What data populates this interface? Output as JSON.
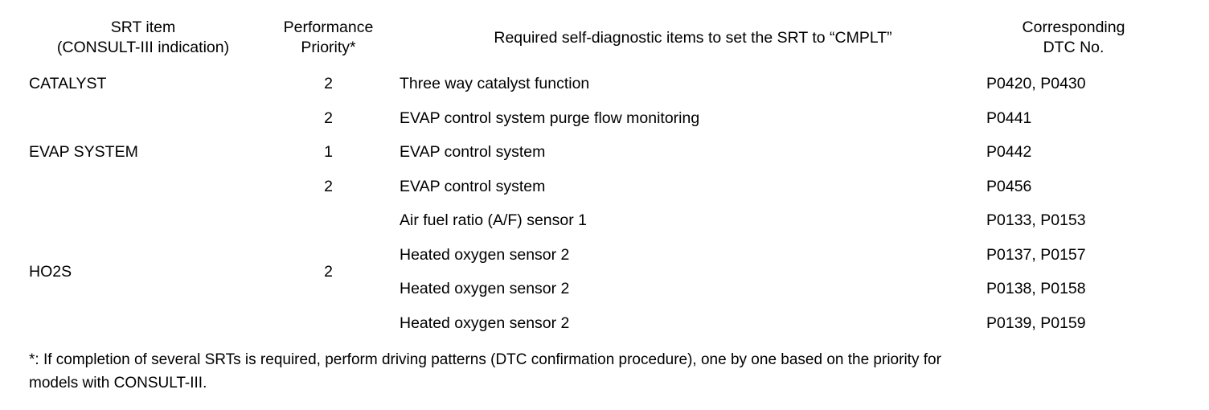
{
  "table": {
    "headers": {
      "col1_line1": "SRT item",
      "col1_line2": "(CONSULT-III indication)",
      "col2_line1": "Performance",
      "col2_line2": "Priority*",
      "col3": "Required self-diagnostic items to set the SRT to “CMPLT”",
      "col4_line1": "Corresponding",
      "col4_line2": "DTC No."
    },
    "groups": [
      {
        "srt_item": "CATALYST",
        "priority_spanned": false,
        "rows": [
          {
            "priority": "2",
            "requirement": "Three way catalyst function",
            "dtc": "P0420, P0430"
          }
        ]
      },
      {
        "srt_item": "EVAP SYSTEM",
        "priority_spanned": false,
        "rows": [
          {
            "priority": "2",
            "requirement": "EVAP control system purge flow monitoring",
            "dtc": "P0441"
          },
          {
            "priority": "1",
            "requirement": "EVAP control system",
            "dtc": "P0442"
          },
          {
            "priority": "2",
            "requirement": "EVAP control system",
            "dtc": "P0456"
          }
        ]
      },
      {
        "srt_item": "HO2S",
        "priority_spanned": true,
        "priority": "2",
        "rows": [
          {
            "requirement": "Air fuel ratio (A/F) sensor 1",
            "dtc": "P0133, P0153"
          },
          {
            "requirement": "Heated oxygen sensor 2",
            "dtc": "P0137, P0157"
          },
          {
            "requirement": "Heated oxygen sensor 2",
            "dtc": "P0138, P0158"
          },
          {
            "requirement": "Heated oxygen sensor 2",
            "dtc": "P0139, P0159"
          }
        ]
      }
    ]
  },
  "footnote": {
    "line1": "*: If completion of several SRTs is required, perform driving patterns (DTC confirmation procedure), one by one based on the priority for",
    "line2": "models with CONSULT-III."
  },
  "colors": {
    "text": "#000000",
    "rule": "#000000",
    "background": "#ffffff"
  }
}
